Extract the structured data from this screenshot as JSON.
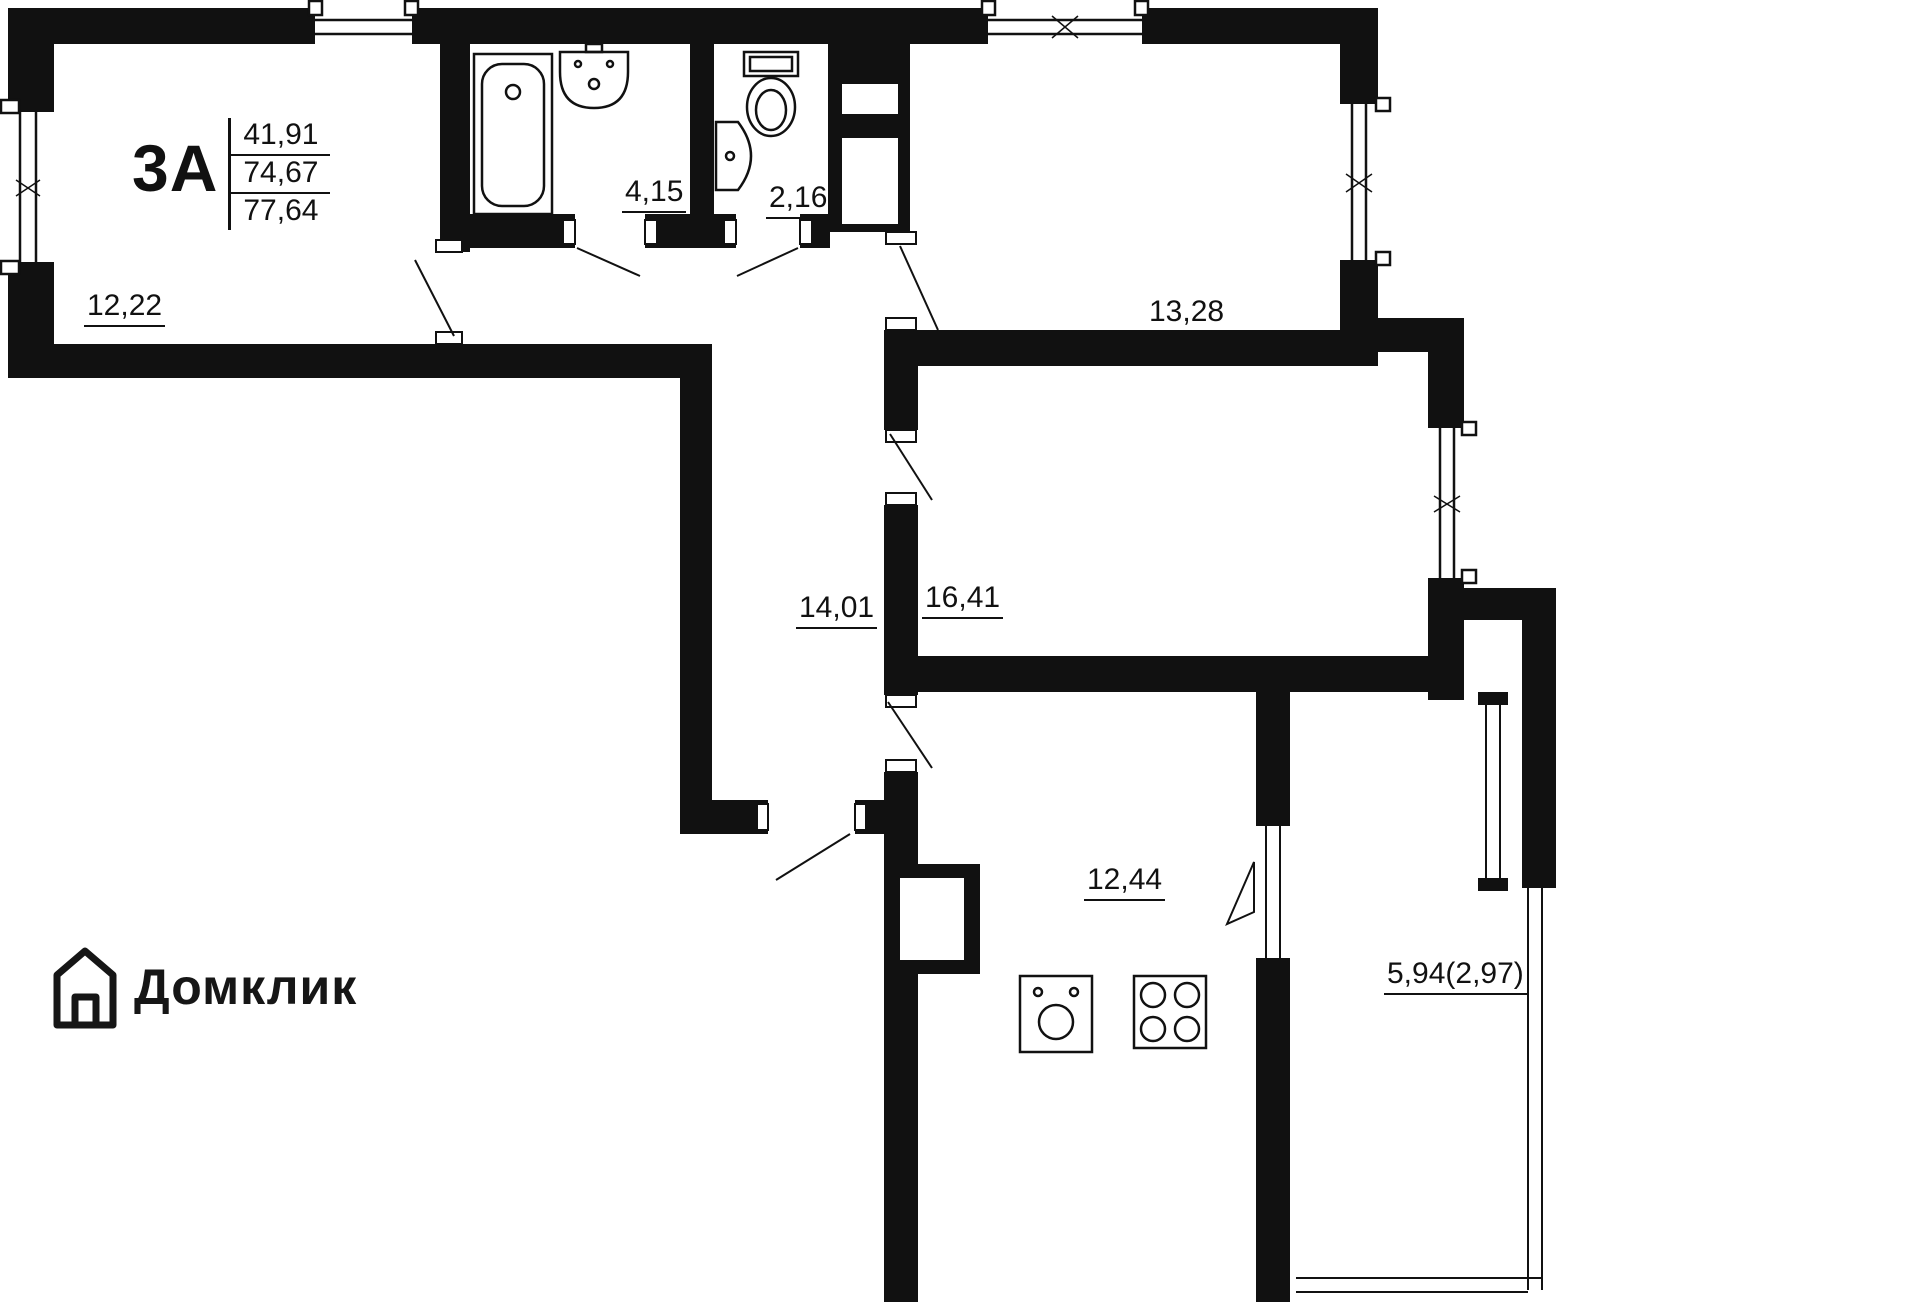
{
  "plan": {
    "unit_label": "3А",
    "area_living": "41,91",
    "area_no_balcony": "74,67",
    "area_total": "77,64",
    "rooms": [
      {
        "id": "living-room",
        "area": "12,22"
      },
      {
        "id": "bathroom",
        "area": "4,15"
      },
      {
        "id": "wc",
        "area": "2,16"
      },
      {
        "id": "bedroom-1",
        "area": "13,28"
      },
      {
        "id": "hallway",
        "area": "14,01"
      },
      {
        "id": "bedroom-2",
        "area": "16,41"
      },
      {
        "id": "kitchen",
        "area": "12,44"
      },
      {
        "id": "balcony",
        "area": "5,94(2,97)"
      }
    ]
  },
  "branding": {
    "logo_text": "Домклик"
  },
  "icons": {
    "bathtub": "bathtub-icon",
    "bathroom_sink": "bathroom-sink-icon",
    "toilet": "toilet-icon",
    "wc_sink": "wc-sink-icon",
    "kitchen_sink": "kitchen-sink-icon",
    "stove": "stove-icon",
    "logo_house": "house-icon"
  },
  "colors": {
    "wall": "#111111",
    "background": "#ffffff"
  }
}
